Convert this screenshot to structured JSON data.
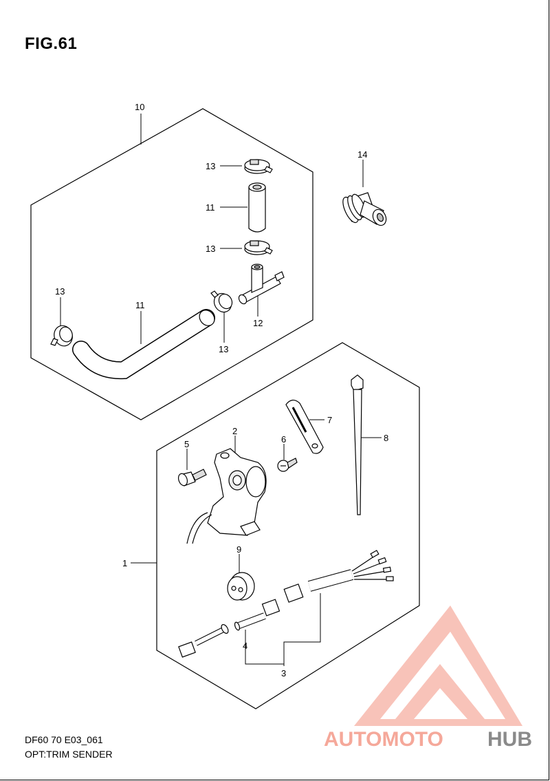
{
  "figure": {
    "title": "FIG.61",
    "code": "DF60 70 E03_061",
    "caption": "OPT:TRIM SENDER"
  },
  "callouts": {
    "c1": "1",
    "c2": "2",
    "c3": "3",
    "c4": "4",
    "c5": "5",
    "c6": "6",
    "c7": "7",
    "c8": "8",
    "c9": "9",
    "c10": "10",
    "c11a": "11",
    "c11b": "11",
    "c12": "12",
    "c13a": "13",
    "c13b": "13",
    "c13c": "13",
    "c13d": "13",
    "c14": "14"
  },
  "watermark": {
    "part1": "AUTOMOTO",
    "part2": "HUB",
    "color_primary": "#f5a89a",
    "color_secondary": "#8a8a8a"
  }
}
